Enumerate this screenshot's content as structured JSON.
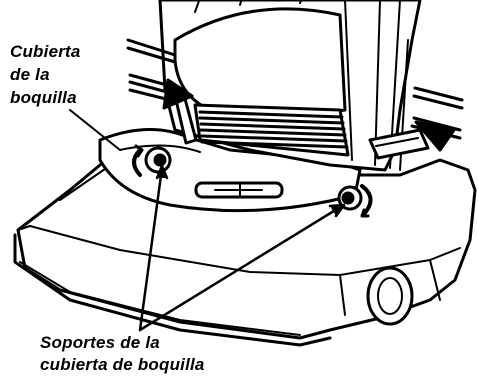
{
  "labels": {
    "nozzle_cover": [
      "Cubierta",
      "de la",
      "boquilla"
    ],
    "cover_supports": [
      "Soportes de la",
      "cubierta de boquilla"
    ]
  },
  "colors": {
    "ink": "#000000",
    "paper": "#ffffff",
    "shade": "#bdbdbd"
  }
}
